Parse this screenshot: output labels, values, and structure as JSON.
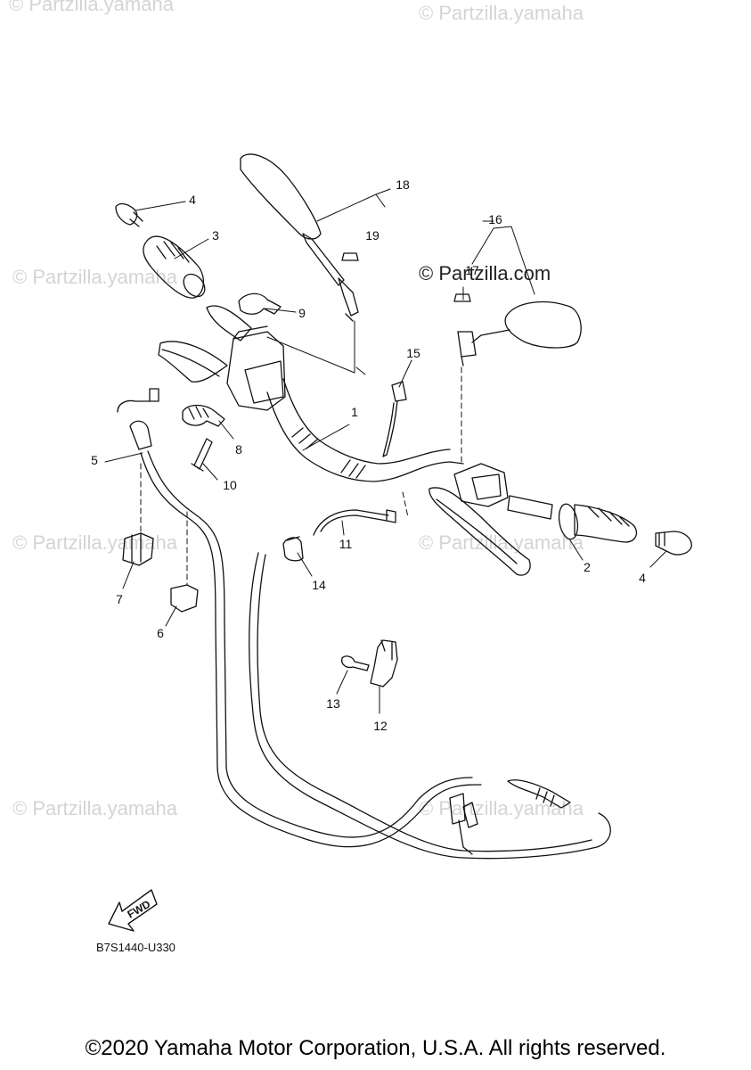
{
  "watermark": "© Partzilla.com",
  "watermark_short": "© Partzilla.yamaha",
  "watermark_highlight": "© Partzilla.com",
  "callouts": {
    "p1": "1",
    "p2": "2",
    "p3": "3",
    "p4a": "4",
    "p4b": "4",
    "p5": "5",
    "p6": "6",
    "p7": "7",
    "p8": "8",
    "p9": "9",
    "p10": "10",
    "p11": "11",
    "p12": "12",
    "p13": "13",
    "p14": "14",
    "p15": "15",
    "p16": "16",
    "p17": "17",
    "p18": "18",
    "p19": "19"
  },
  "fwd_label": "FWD",
  "part_code": "B7S1440-U330",
  "copyright": "©2020 Yamaha Motor Corporation, U.S.A. All rights reserved.",
  "colors": {
    "line": "#111111",
    "watermark": "#d4d4d4"
  }
}
